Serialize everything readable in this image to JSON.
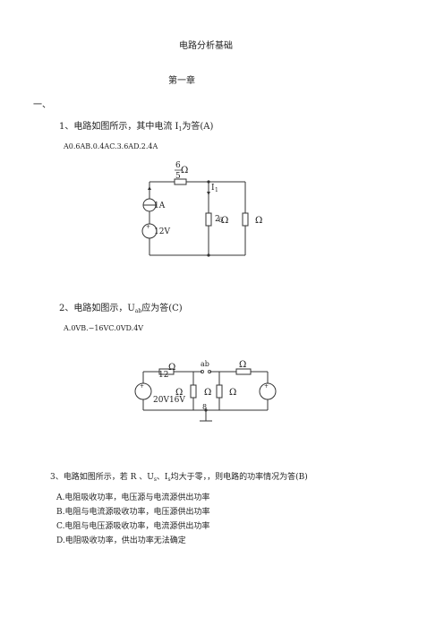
{
  "doc": {
    "title": "电路分析基础",
    "chapter": "第一章",
    "section": "一、",
    "q1": {
      "stem_a": "1、电路如图所示，其中电流 I",
      "stem_sub": "1",
      "stem_b": "为答(A)",
      "options": "A0.6AB.0.4AC.3.6AD.2.4A",
      "figure": {
        "top_resistor_num": "6",
        "top_resistor_den": "5",
        "ohm": "Ω",
        "current_label": "I",
        "current_sub": "1",
        "source_1A": "1A",
        "source_12V": "12V",
        "mid_resistor_num": "2",
        "mid_resistor_den": "6"
      }
    },
    "q2": {
      "stem_a": "2、电路如图示，U",
      "stem_sub": "ab",
      "stem_b": "应为答(C)",
      "options": "A.0VB.−16VC.0VD.4V",
      "figure": {
        "res_12": "12",
        "ohm": "Ω",
        "ab": "ab",
        "sources": "20V16V",
        "node_8": "8"
      }
    },
    "q3": {
      "stem": "3、电路如图所示，若 R 、U",
      "stem_sub1": "s",
      "stem_mid": "、I",
      "stem_sub2": "s",
      "stem_end": "均大于零，，则电路的功率情况为答(B)",
      "options": [
        "A.电阻吸收功率，电压源与电流源供出功率",
        "B.电阻与电流源吸收功率，电压源供出功率",
        "C.电阻与电压源吸收功率，电流源供出功率",
        "D.电阻吸收功率，供出功率无法确定"
      ]
    }
  }
}
